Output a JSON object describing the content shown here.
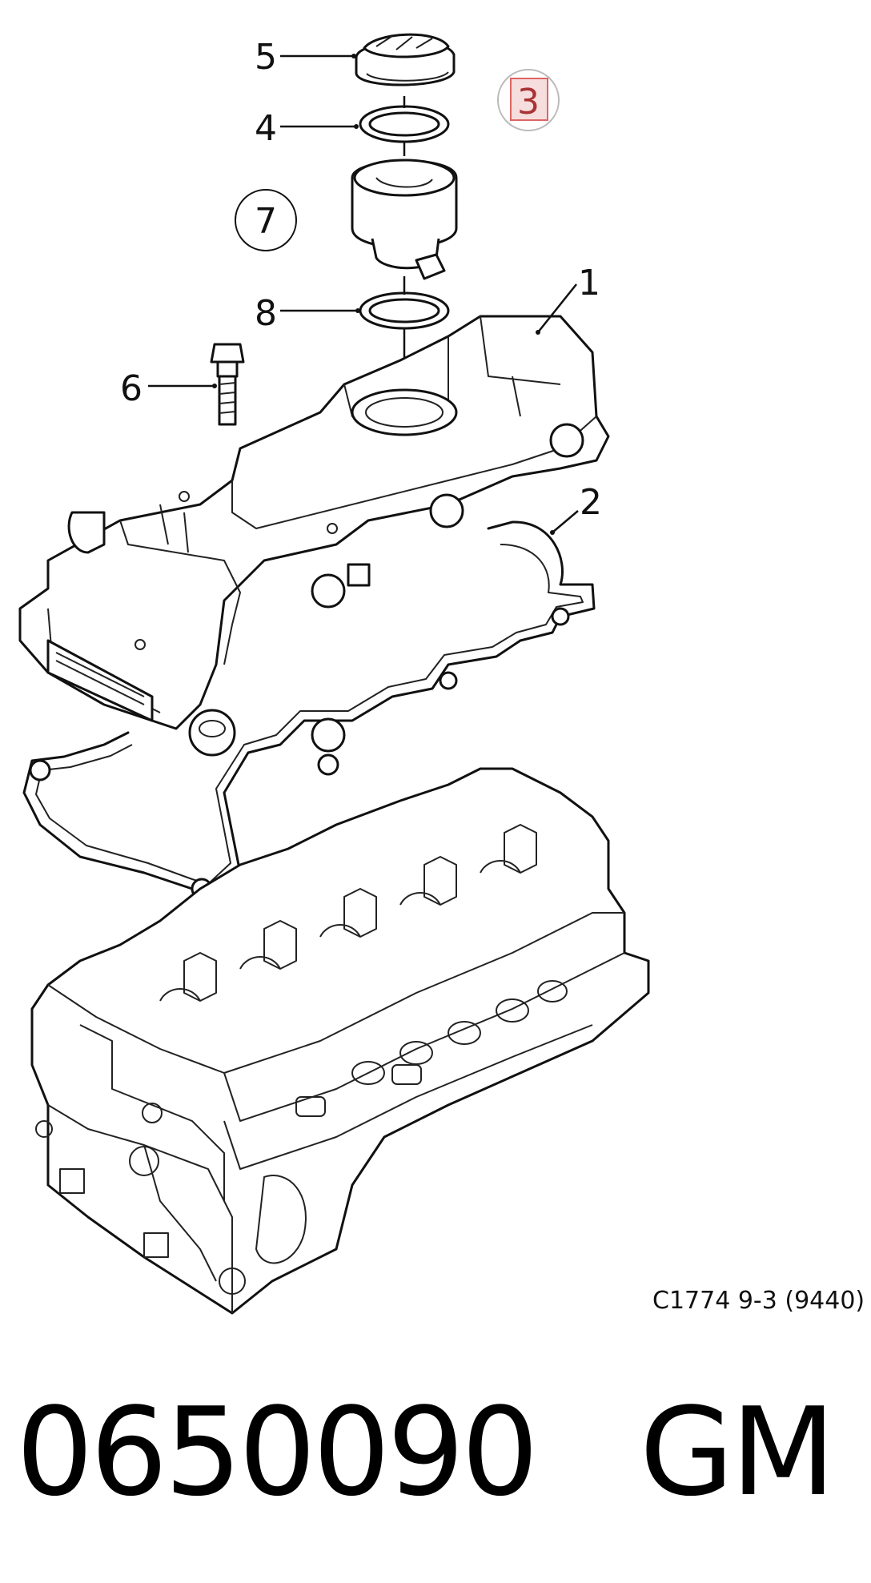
{
  "callouts": {
    "c1": "1",
    "c2": "2",
    "c3": "3",
    "c4": "4",
    "c5": "5",
    "c6": "6",
    "c7": "7",
    "c8": "8"
  },
  "reference": "C1774 9-3 (9440)",
  "part_number": "0650090",
  "brand": "GM",
  "colors": {
    "highlight_box": "#d66",
    "line": "#111"
  }
}
